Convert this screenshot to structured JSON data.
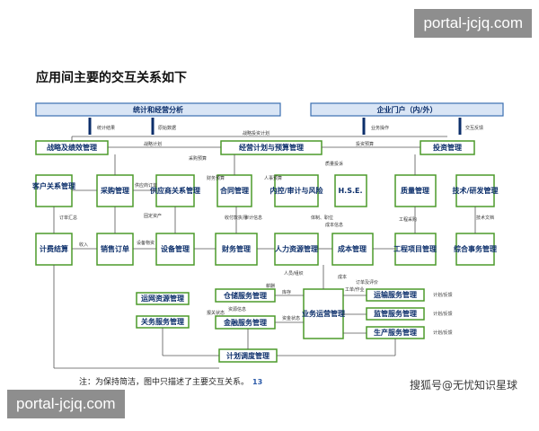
{
  "watermark_top": "portal-jcjq.com",
  "watermark_bottom": "portal-jcjq.com",
  "title": "应用间主要的交互关系如下",
  "top_bars": {
    "left": "统计和经营分析",
    "right": "企业门户（内/外）"
  },
  "top_flow_labels": [
    "统计结果",
    "原始数据",
    "业务操作",
    "交互反馈"
  ],
  "rows": {
    "row1": [
      "战略及绩效管理",
      "经营计划与预算管理",
      "投资管理"
    ],
    "row2": [
      "客户关系管理",
      "采购管理",
      "供应商关系管理",
      "合同管理",
      "内控/审计与风险",
      "H.S.E.",
      "质量管理",
      "技术/研发管理"
    ],
    "row3": [
      "计费结算",
      "销售订单",
      "设备管理",
      "财务管理",
      "人力资源管理",
      "成本管理",
      "工程项目管理",
      "综合事务管理"
    ],
    "service": [
      "运网资源管理",
      "关务服务管理",
      "仓储服务管理",
      "金融服务管理",
      "业务运营管理",
      "运输服务管理",
      "监管服务管理",
      "生产服务管理"
    ],
    "bottom": "计划调度管理"
  },
  "link_labels": {
    "strategy_plan": "战略投资计划",
    "strategy_link": "战略计划",
    "invest_budget": "投资预算",
    "purchase_budget": "采购预算",
    "quality_invest": "质量投诉",
    "finance_budget": "财务预算",
    "staff_budget": "人事预算",
    "order_aggregate": "订单汇总",
    "supply_order": "供应商订单",
    "fixed_assets": "固定资产",
    "device_material": "设备物资",
    "receive_pay": "收付款执行",
    "audit_info": "审计信息",
    "system_duty": "体制、职位",
    "cost_info": "成本信息",
    "eng_purchase": "工程采购",
    "tech_doc": "技术文档",
    "income": "收入",
    "labor_cost": "人员/组织",
    "salary": "薪酬",
    "cost": "成本",
    "storage": "库存",
    "asset_info": "资源信息",
    "customs": "报关状态",
    "deposit": "资金状态",
    "plan_feedback": "计划/反馈",
    "work_order": "工单/作业",
    "order_status": "订单及评价"
  },
  "note": "注：为保持简洁，图中只描述了主要交互关系。",
  "page_number": "13",
  "source": "搜狐号@无忧知识星球"
}
